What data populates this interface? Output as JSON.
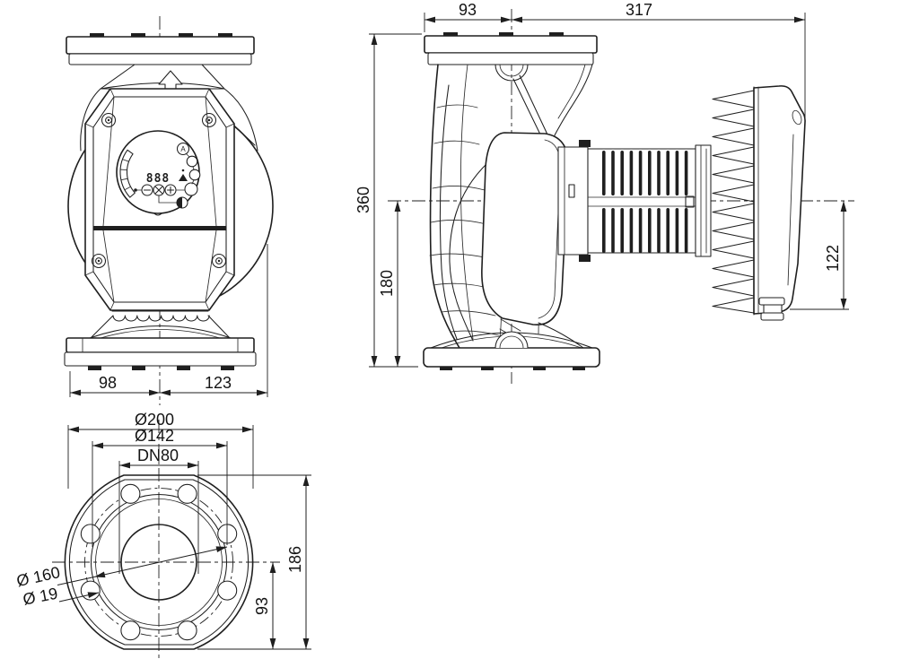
{
  "title": "pump-dimensional-drawing",
  "colors": {
    "line": "#1f1f1f",
    "background": "#ffffff"
  },
  "front_view": {
    "dim_left_of_center": "98",
    "dim_right_of_center": "123",
    "display": {
      "digits": "888",
      "mode_label": "A"
    }
  },
  "side_view": {
    "dim_flange_to_center": "93",
    "dim_center_to_module": "317",
    "dim_total_height": "360",
    "dim_axis_height": "180",
    "dim_axis_to_module_bottom": "122"
  },
  "flange_view": {
    "dim_outer_diameter": "Ø200",
    "dim_raised_face_diameter": "Ø142",
    "dim_nominal_bore": "DN80",
    "dim_bolt_circle_diameter": "Ø 160",
    "dim_bolt_hole_diameter": "Ø 19",
    "dim_overall_height": "186",
    "dim_axis_to_bottom": "93"
  }
}
